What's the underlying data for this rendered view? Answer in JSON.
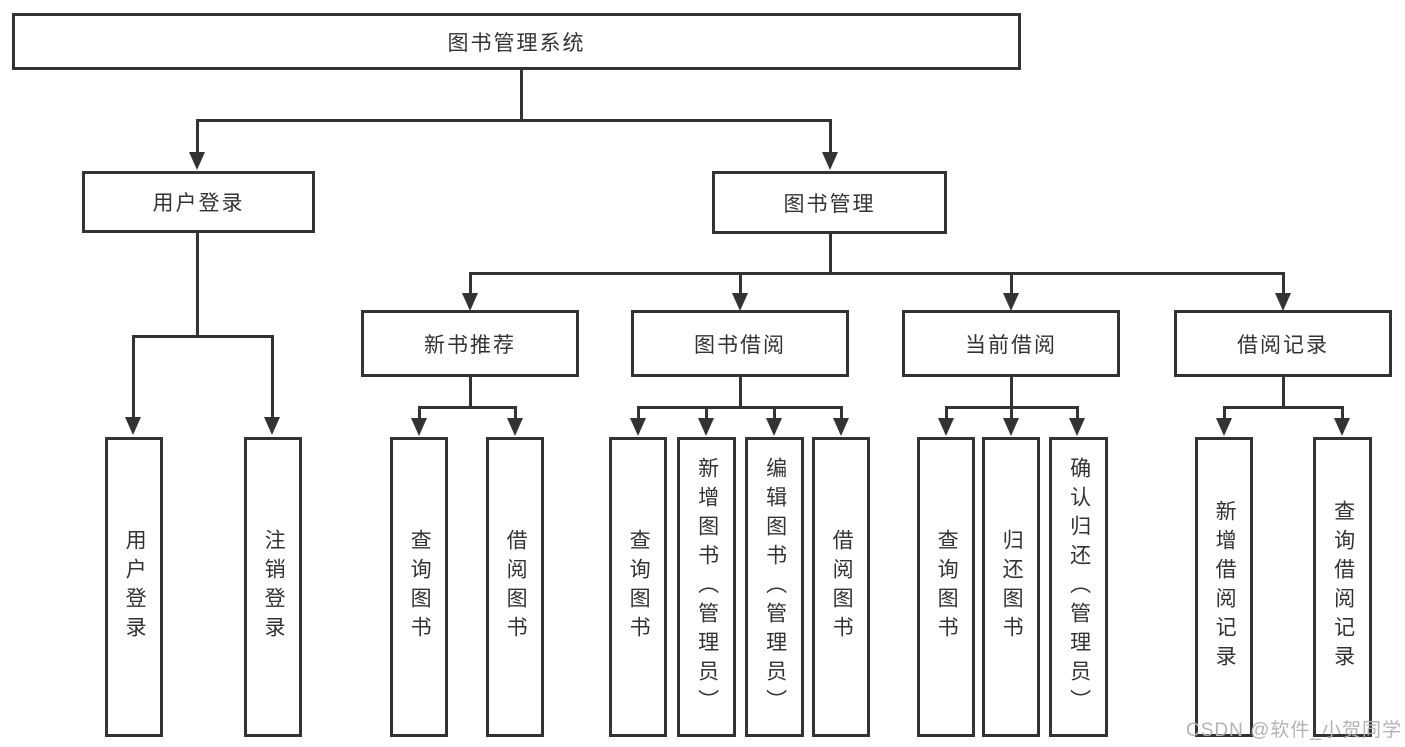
{
  "diagram": {
    "watermark": "CSDN @软件_小贺同学",
    "colors": {
      "line": "#333333",
      "text": "#333333",
      "background": "#ffffff",
      "watermark": "#b3b3b3"
    },
    "nodes": {
      "root": {
        "label": "图书管理系统"
      },
      "user_login": {
        "label": "用户登录"
      },
      "book_mgmt": {
        "label": "图书管理"
      },
      "new_book_rec": {
        "label": "新书推荐"
      },
      "book_borrow": {
        "label": "图书借阅"
      },
      "current_borrow": {
        "label": "当前借阅"
      },
      "borrow_record": {
        "label": "借阅记录"
      },
      "leaf_user_login": {
        "label": "用户登录"
      },
      "leaf_logout": {
        "label": "注销登录"
      },
      "leaf_query_book_1": {
        "label": "查询图书"
      },
      "leaf_borrow_book_1": {
        "label": "借阅图书"
      },
      "leaf_query_book_2": {
        "label": "查询图书"
      },
      "leaf_add_book": {
        "label": "新增图书（管理员）"
      },
      "leaf_edit_book": {
        "label": "编辑图书（管理员）"
      },
      "leaf_borrow_book_2": {
        "label": "借阅图书"
      },
      "leaf_query_book_3": {
        "label": "查询图书"
      },
      "leaf_return_book": {
        "label": "归还图书"
      },
      "leaf_confirm_return": {
        "label": "确认归还（管理员）"
      },
      "leaf_add_record": {
        "label": "新增借阅记录"
      },
      "leaf_query_record": {
        "label": "查询借阅记录"
      }
    },
    "edges": [
      {
        "from": "图书管理系统",
        "to": "用户登录"
      },
      {
        "from": "图书管理系统",
        "to": "图书管理"
      },
      {
        "from": "用户登录",
        "to": "用户登录"
      },
      {
        "from": "用户登录",
        "to": "注销登录"
      },
      {
        "from": "图书管理",
        "to": "新书推荐"
      },
      {
        "from": "图书管理",
        "to": "图书借阅"
      },
      {
        "from": "图书管理",
        "to": "当前借阅"
      },
      {
        "from": "图书管理",
        "to": "借阅记录"
      },
      {
        "from": "新书推荐",
        "to": "查询图书"
      },
      {
        "from": "新书推荐",
        "to": "借阅图书"
      },
      {
        "from": "图书借阅",
        "to": "查询图书"
      },
      {
        "from": "图书借阅",
        "to": "新增图书（管理员）"
      },
      {
        "from": "图书借阅",
        "to": "编辑图书（管理员）"
      },
      {
        "from": "图书借阅",
        "to": "借阅图书"
      },
      {
        "from": "当前借阅",
        "to": "查询图书"
      },
      {
        "from": "当前借阅",
        "to": "归还图书"
      },
      {
        "from": "当前借阅",
        "to": "确认归还（管理员）"
      },
      {
        "from": "借阅记录",
        "to": "新增借阅记录"
      },
      {
        "from": "借阅记录",
        "to": "查询借阅记录"
      }
    ]
  }
}
